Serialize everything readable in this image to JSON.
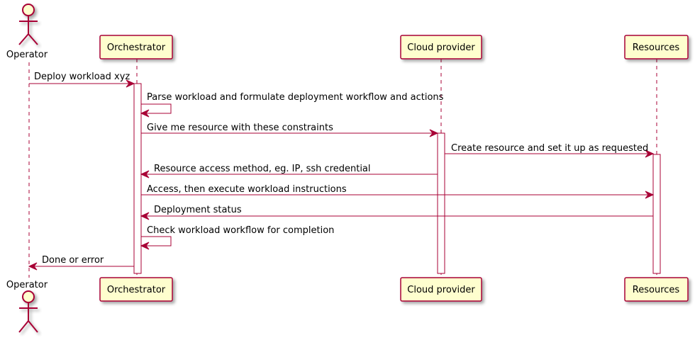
{
  "participants": [
    {
      "id": "operator",
      "label": "Operator",
      "kind": "actor"
    },
    {
      "id": "orchestrator",
      "label": "Orchestrator",
      "kind": "participant"
    },
    {
      "id": "cloud",
      "label": "Cloud provider",
      "kind": "participant"
    },
    {
      "id": "resources",
      "label": "Resources",
      "kind": "participant"
    }
  ],
  "messages": [
    {
      "from": "operator",
      "to": "orchestrator",
      "text": "Deploy workload xyz"
    },
    {
      "from": "orchestrator",
      "to": "orchestrator",
      "text": "Parse workload and formulate deployment workflow and actions"
    },
    {
      "from": "orchestrator",
      "to": "cloud",
      "text": "Give me resource with these constraints"
    },
    {
      "from": "cloud",
      "to": "resources",
      "text": "Create resource and set it up as requested"
    },
    {
      "from": "cloud",
      "to": "orchestrator",
      "text": "Resource access method, eg. IP, ssh credential"
    },
    {
      "from": "orchestrator",
      "to": "resources",
      "text": "Access, then execute workload instructions"
    },
    {
      "from": "resources",
      "to": "orchestrator",
      "text": "Deployment status"
    },
    {
      "from": "orchestrator",
      "to": "orchestrator",
      "text": "Check workload workflow for completion"
    },
    {
      "from": "orchestrator",
      "to": "operator",
      "text": "Done or error"
    }
  ],
  "colors": {
    "line": "#A80036",
    "box_fill": "#FEFECE",
    "activation_fill": "#FFFFFF",
    "shadow": "#c8c8c8"
  }
}
